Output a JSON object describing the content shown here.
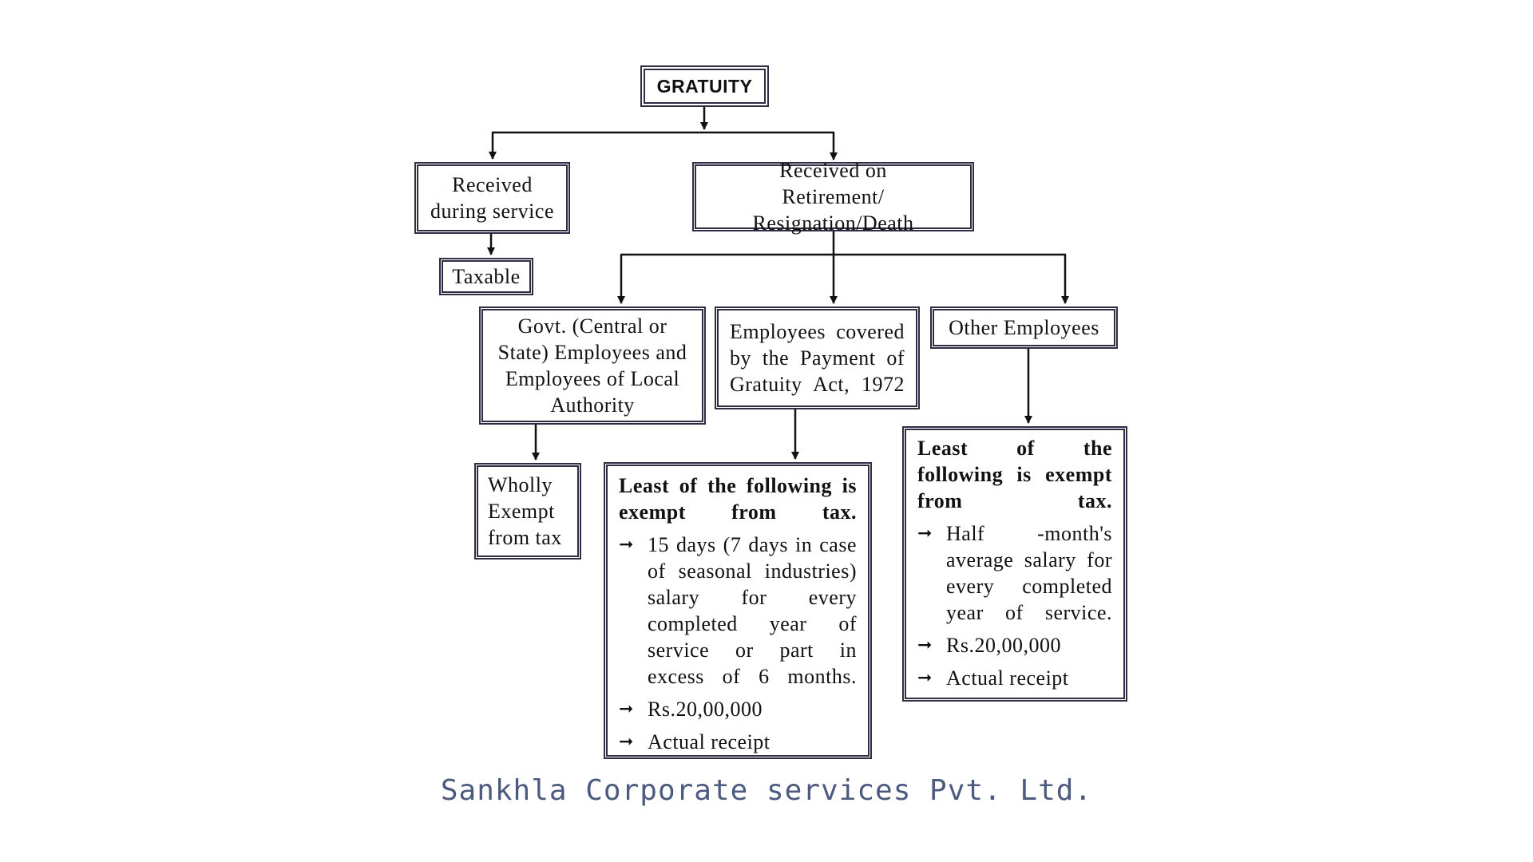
{
  "diagram": {
    "root": "GRATUITY",
    "during_service": "Received during service",
    "taxable": "Taxable",
    "on_retirement": "Received on Retirement/ Resignation/Death",
    "govt_employees": "Govt. (Central or State) Employees and Employees of Local Authority",
    "wholly_exempt": "Wholly Exempt from tax",
    "covered_employees": "Employees covered by the Payment of Gratuity Act, 1972",
    "covered_exemption": {
      "heading": "Least of the following is exempt from tax.",
      "items": [
        "15 days (7 days in case of seasonal industries) salary for every completed year of service or part in excess of 6 months.",
        "Rs.20,00,000",
        "Actual receipt"
      ]
    },
    "other_employees": "Other Employees",
    "other_exemption": {
      "heading": "Least of the following is exempt from tax.",
      "items": [
        "Half -month's average salary for every completed year of service.",
        "Rs.20,00,000",
        "Actual receipt"
      ]
    }
  },
  "footer": {
    "company": "Sankhla Corporate services Pvt. Ltd."
  }
}
